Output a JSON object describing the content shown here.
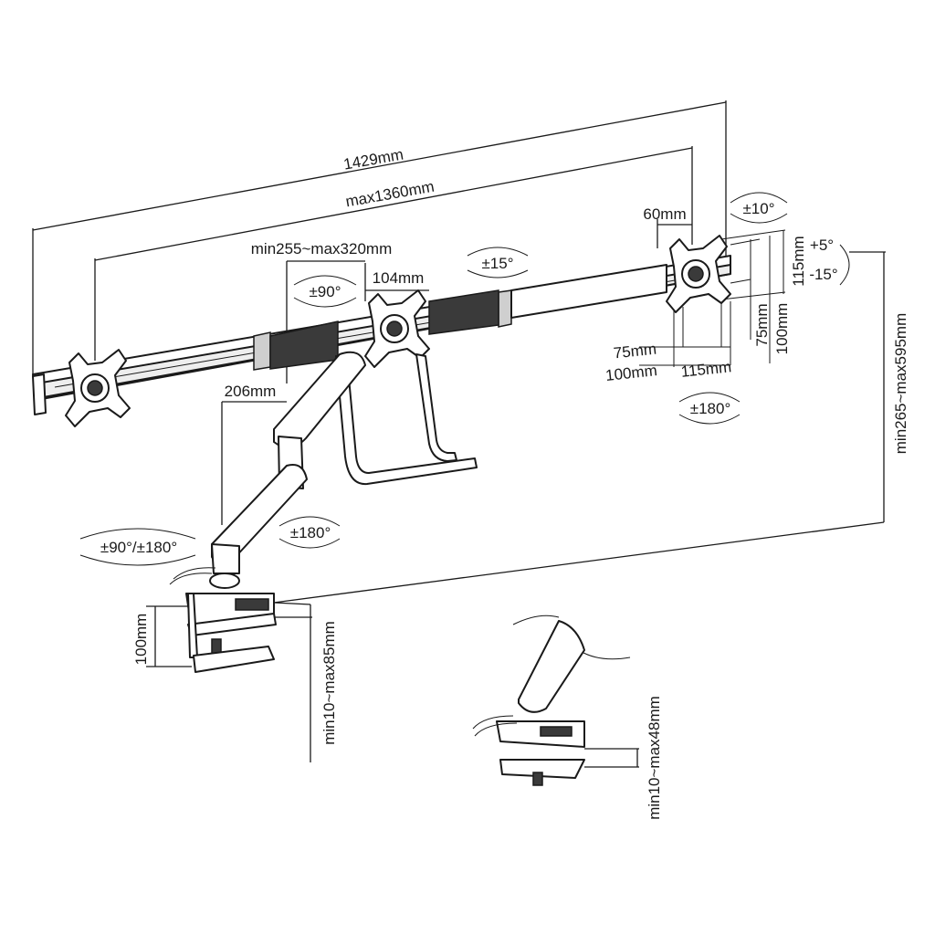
{
  "dimensions": {
    "total_width": "1429mm",
    "max_width": "max1360mm",
    "arm_reach": "min255~max320mm",
    "center_offset": "104mm",
    "edge_offset": "60mm",
    "arm_depth": "206mm",
    "height_range": "min265~max595mm",
    "clamp_height": "100mm",
    "clamp_range": "min10~max85mm",
    "grommet_range": "min10~max48mm",
    "vesa_75_h": "75mm",
    "vesa_100_h": "100mm",
    "vesa_115_h": "115mm",
    "vesa_75_v": "75mm",
    "vesa_100_v": "100mm",
    "vesa_115_v": "115mm"
  },
  "angles": {
    "swivel_right": "±10°",
    "tilt_up": "+5°",
    "tilt_down": "-15°",
    "bar_rotate": "±15°",
    "head_swivel": "±90°",
    "rotation": "±180°",
    "arm_rotation": "±180°",
    "base_rotation": "±90°/±180°"
  }
}
